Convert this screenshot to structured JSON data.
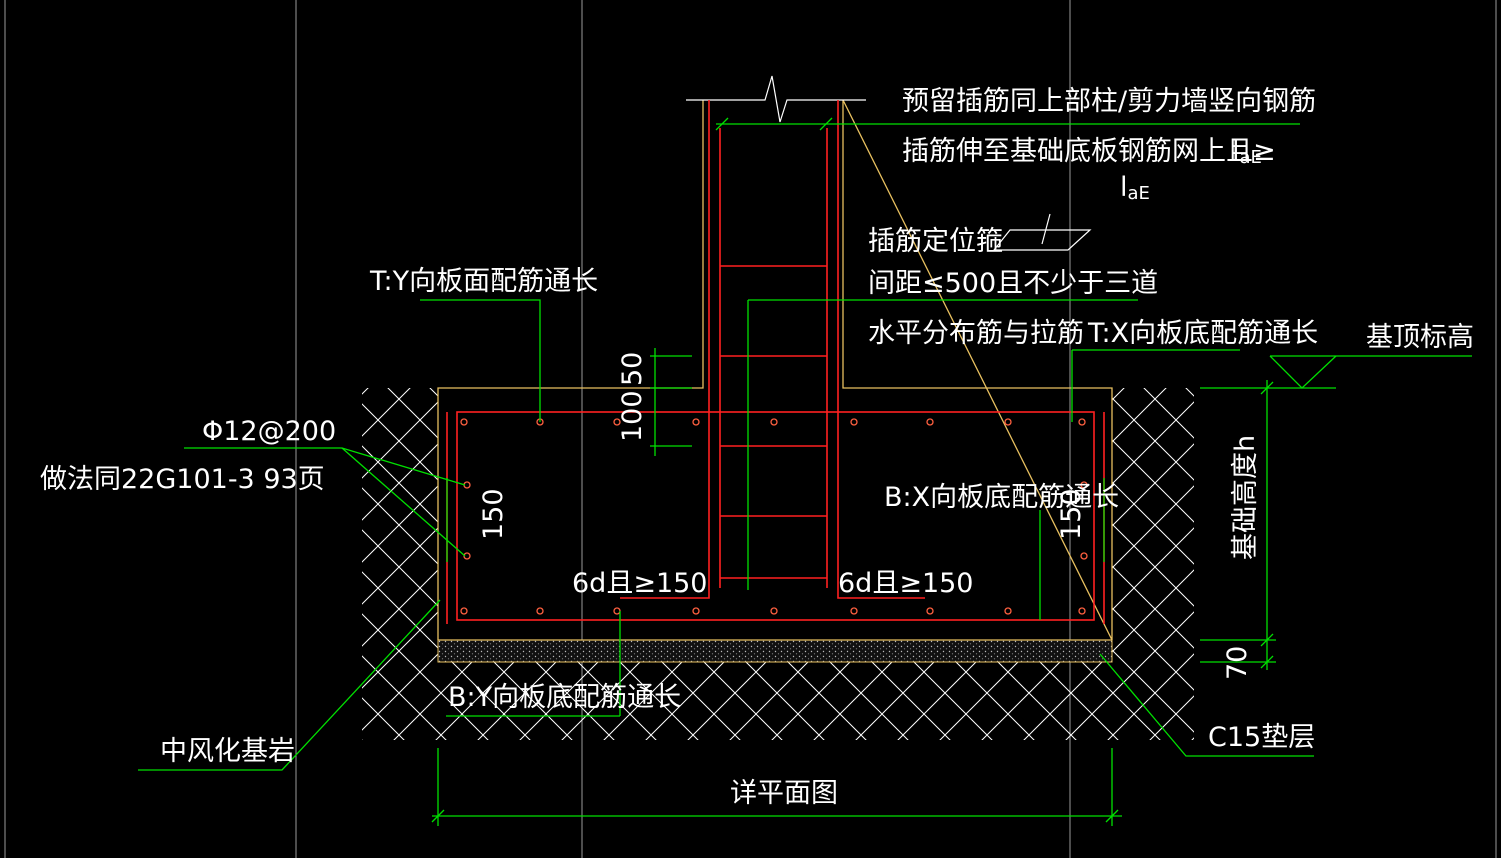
{
  "labels": {
    "dowel_note_1": "预留插筋同上部柱/剪力墙竖向钢筋",
    "dowel_note_2": "插筋伸至基础底板钢筋网上且≥",
    "lae_1": "l",
    "lae_1_sub": "aE",
    "lae_2": "l",
    "lae_2_sub": "aE",
    "stirrup_note_1": "插筋定位箍",
    "stirrup_note_2": "间距≤500且不少于三道",
    "stirrup_note_3": "水平分布筋与拉筋",
    "top_y_bars": "T:Y向板面配筋通长",
    "top_x_bars": "T:X向板底配筋通长",
    "found_top_elev": "基顶标高",
    "phi_bar": "Φ12@200",
    "method_note": "做法同22G101-3  93页",
    "dim_150_left": "150",
    "dim_150_right": "150",
    "dim_50": "50",
    "dim_100": "100",
    "bottom_x_bars": "B:X向板底配筋通长",
    "found_height": "基础高度h",
    "anchor_left": "6d且≥150",
    "anchor_right": "6d且≥150",
    "dim_70": "70",
    "bottom_y_bars": "B:Y向板底配筋通长",
    "rock": "中风化基岩",
    "c15": "C15垫层",
    "plan_ref": "详平面图"
  },
  "colors": {
    "leader": "#00e000",
    "rebar": "#ff2020",
    "concrete_outline": "#e8c060",
    "hatch": "#ffffff",
    "background": "#000000"
  }
}
